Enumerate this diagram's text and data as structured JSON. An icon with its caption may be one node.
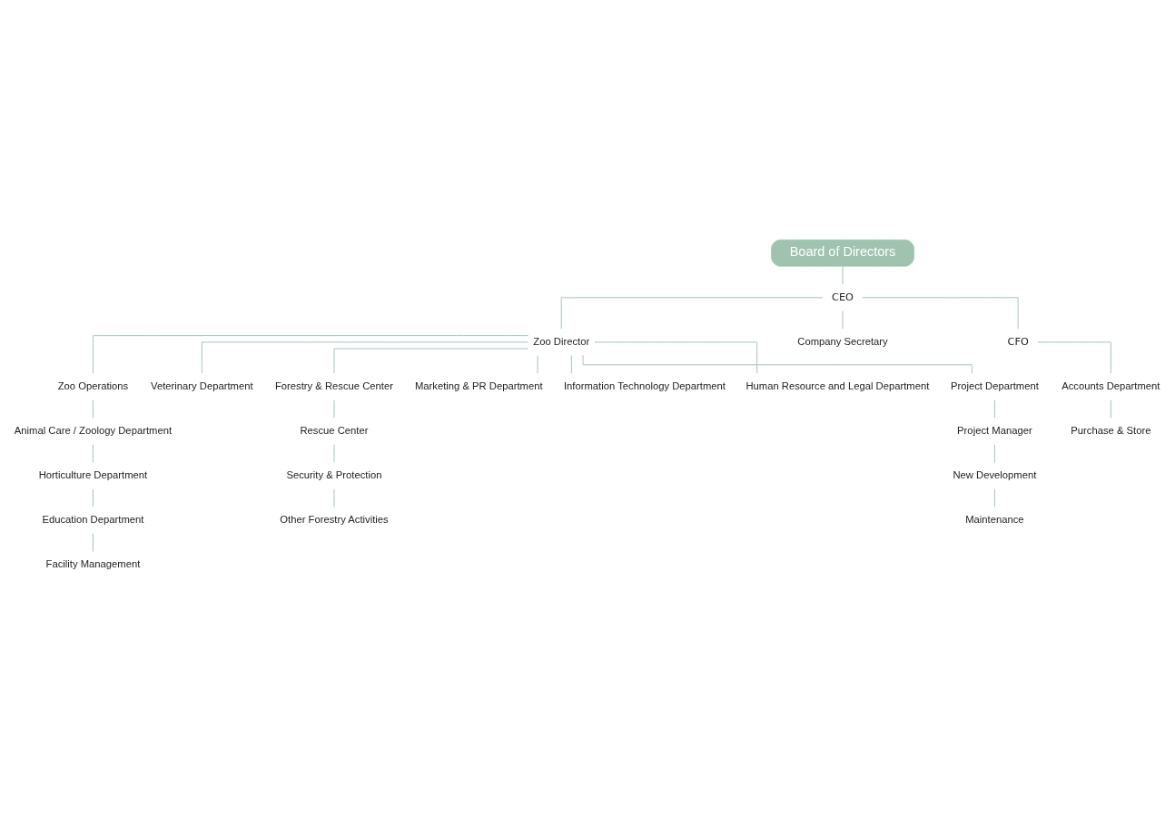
{
  "diagram": {
    "nodes": [
      {
        "text": [
          "Board of Directors"
        ]
      },
      {
        "text": [
          "CEO"
        ]
      },
      {
        "text": [
          "Zoo Director"
        ]
      },
      {
        "text": [
          "Company Secretary"
        ]
      },
      {
        "text": [
          "CFO"
        ]
      },
      {
        "text": [
          "Accounts Department"
        ]
      },
      {
        "text": [
          "Purchase & Store"
        ]
      },
      {
        "text": [
          "Zoo Operations"
        ]
      },
      {
        "text": [
          "Veterinary Department"
        ]
      },
      {
        "text": [
          "Forestry & Rescue Center"
        ]
      },
      {
        "text": [
          "Marketing & PR Department"
        ]
      },
      {
        "text": [
          "Information Technology Department"
        ]
      },
      {
        "text": [
          "Human Resource and Legal Department"
        ]
      },
      {
        "text": [
          "Project Department"
        ]
      },
      {
        "text": [
          "Animal Care / Zoology Department"
        ]
      },
      {
        "text": [
          "Horticulture Department"
        ]
      },
      {
        "text": [
          "Education Department"
        ]
      },
      {
        "text": [
          "Facility Management"
        ]
      },
      {
        "text": [
          "Rescue Center"
        ]
      },
      {
        "text": [
          "Security & Protection"
        ]
      },
      {
        "text": [
          "Other Forestry Activities"
        ]
      },
      {
        "text": [
          "Project Manager"
        ]
      },
      {
        "text": [
          "New Development"
        ]
      },
      {
        "text": [
          "Maintenance"
        ]
      }
    ],
    "edges": [
      {
        "from": 0,
        "to": 1,
        "arrow": "none"
      },
      {
        "from": 1,
        "to": 2,
        "arrow": "none"
      },
      {
        "from": 1,
        "to": 3,
        "arrow": "none"
      },
      {
        "from": 1,
        "to": 4,
        "arrow": "none"
      },
      {
        "from": 4,
        "to": 5,
        "arrow": "none"
      },
      {
        "from": 5,
        "to": 6,
        "arrow": "none"
      },
      {
        "from": 2,
        "to": 7,
        "arrow": "none"
      },
      {
        "from": 2,
        "to": 8,
        "arrow": "none"
      },
      {
        "from": 2,
        "to": 9,
        "arrow": "none"
      },
      {
        "from": 2,
        "to": 10,
        "arrow": "none"
      },
      {
        "from": 2,
        "to": 11,
        "arrow": "none"
      },
      {
        "from": 2,
        "to": 12,
        "arrow": "none"
      },
      {
        "from": 2,
        "to": 13,
        "arrow": "none"
      },
      {
        "from": 7,
        "to": 14,
        "arrow": "none"
      },
      {
        "from": 14,
        "to": 15,
        "arrow": "none"
      },
      {
        "from": 15,
        "to": 16,
        "arrow": "none"
      },
      {
        "from": 16,
        "to": 17,
        "arrow": "none"
      },
      {
        "from": 9,
        "to": 18,
        "arrow": "none"
      },
      {
        "from": 18,
        "to": 19,
        "arrow": "none"
      },
      {
        "from": 19,
        "to": 20,
        "arrow": "none"
      },
      {
        "from": 13,
        "to": 21,
        "arrow": "none"
      },
      {
        "from": 21,
        "to": 22,
        "arrow": "none"
      },
      {
        "from": 22,
        "to": 23,
        "arrow": "none"
      }
    ]
  }
}
